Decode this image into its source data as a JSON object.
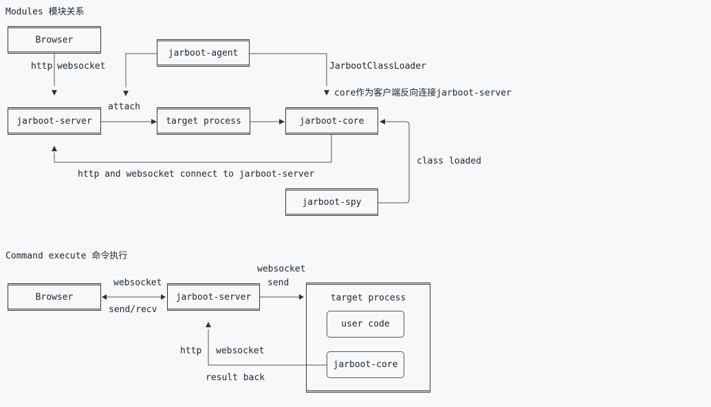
{
  "modules": {
    "heading": "Modules 模块关系",
    "boxes": {
      "browser": "Browser",
      "agent": "jarboot-agent",
      "server": "jarboot-server",
      "target": "target process",
      "core": "jarboot-core",
      "spy": "jarboot-spy"
    },
    "labels": {
      "http": "http",
      "websocket": "websocket",
      "attach": "attach",
      "classloader": "JarbootClassLoader",
      "reverse_connect": "core作为客户端反向连接jarboot-server",
      "class_loaded": "class loaded",
      "http_ws_connect": "http and websocket connect to jarboot-server"
    }
  },
  "command": {
    "heading": "Command execute 命令执行",
    "boxes": {
      "browser": "Browser",
      "server": "jarboot-server",
      "target": "target process",
      "user_code": "user code",
      "core": "jarboot-core"
    },
    "labels": {
      "websocket_top": "websocket",
      "send_recv": "send/recv",
      "websocket_send_1": "websocket",
      "websocket_send_2": "send",
      "http": "http",
      "websocket": "websocket",
      "result_back": "result back"
    }
  }
}
